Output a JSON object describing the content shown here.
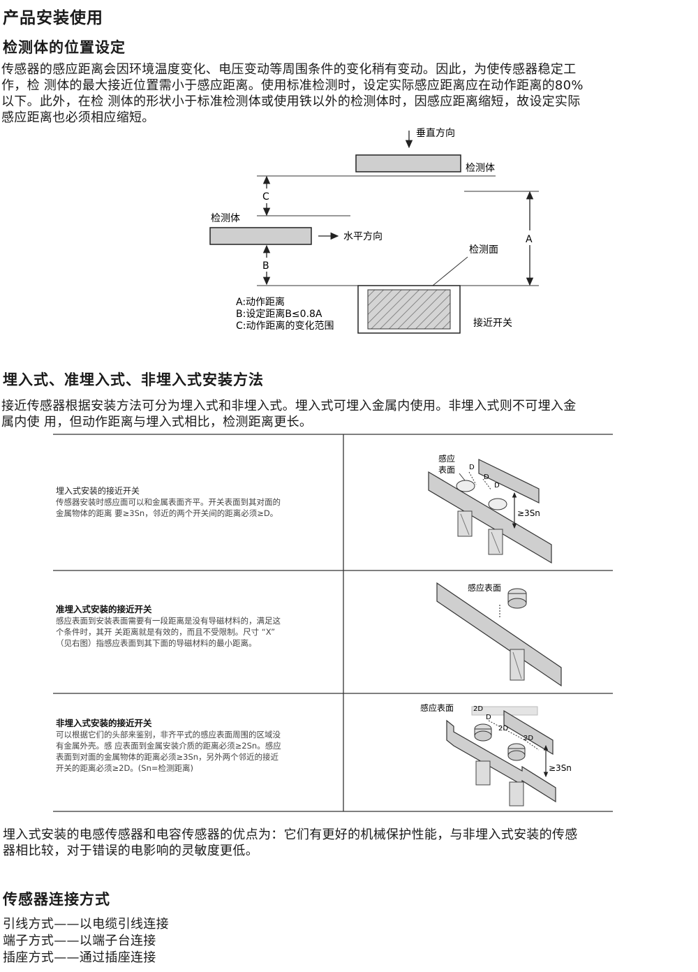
{
  "title": "产品安装使用",
  "section1": {
    "heading": "检测体的位置设定",
    "para_lines": [
      "传感器的感应距离会因环境温度变化、电压变动等周围条件的变化稍有变动。因此，为使传感器稳定工",
      "作，检 测体的最大接近位置需小于感应距离。使用标准检测时，设定实际感应距离应在动作距离的80%",
      "以下。此外，在检 测体的形状小于标准检测体或使用铁以外的检测体时，因感应距离缩短，故设定实际",
      "感应距离也必须相应缩短。"
    ],
    "diagram": {
      "vertical": "垂直方向",
      "target_top": "检测体",
      "target_left": "检测体",
      "horizontal": "水平方向",
      "surface": "检测面",
      "label_a": "A",
      "label_b": "B",
      "label_c": "C",
      "legend": [
        "A:动作距离",
        "B:设定距离B≤0.8A",
        "C:动作距离的变化范围"
      ],
      "switch": "接近开关"
    }
  },
  "section2": {
    "heading": "埋入式、准埋入式、非埋入式安装方法",
    "para_lines": [
      "接近传感器根据安装方法可分为埋入式和非埋入式。埋入式可埋入金属内使用。非埋入式则不可埋入金",
      "属内使 用，但动作距离与埋入式相比，检测距离更长。"
    ],
    "rows": [
      {
        "title": "埋入式安装的接近开关",
        "lines": [
          "传感器安装时感应面可以和金属表面齐平。开关表面到其对面的",
          "金属物体的距离 要≥3Sn，邻近的两个开关间的距离必须≥D。"
        ],
        "fig_surface": [
          "感应",
          "表面"
        ],
        "fig_d": "D",
        "fig_dist": "≥3Sn"
      },
      {
        "title": "准埋入式安装的接近开关",
        "lines": [
          "感应表面到安装表面需要有一段距离是没有导磁材料的，满足这",
          "个条件时，其开 关距离就是有效的，而且不受限制。尺寸 “X”",
          "（见右图）指感应表面到其下面的导磁材料的最小距离。"
        ],
        "fig_surface": "感应表面"
      },
      {
        "title": "非埋入式安装的接近开关",
        "lines": [
          "可以根据它们的头部来鉴别，非齐平式的感应表面周围的区域没",
          "有金属外壳。感 应表面到金属安装介质的距离必须≥2Sn。感应",
          "表面到对面的金属物体的距离必须≥3Sn，另外两个邻近的接近",
          "开关的距离必须≥2D。(Sn=检测距离)"
        ],
        "fig_surface": "感应表面",
        "fig_d": "D",
        "fig_2d": "2D",
        "fig_dist": "≥3Sn"
      }
    ],
    "after_lines": [
      "埋入式安装的电感传感器和电容传感器的优点为：它们有更好的机械保护性能，与非埋入式安装的传感",
      "器相比较，对于错误的电影响的灵敏度更低。"
    ]
  },
  "section3": {
    "heading": "传感器连接方式",
    "items": [
      "引线方式——以电缆引线连接",
      "端子方式——以端子台连接",
      "插座方式——通过插座连接"
    ]
  }
}
